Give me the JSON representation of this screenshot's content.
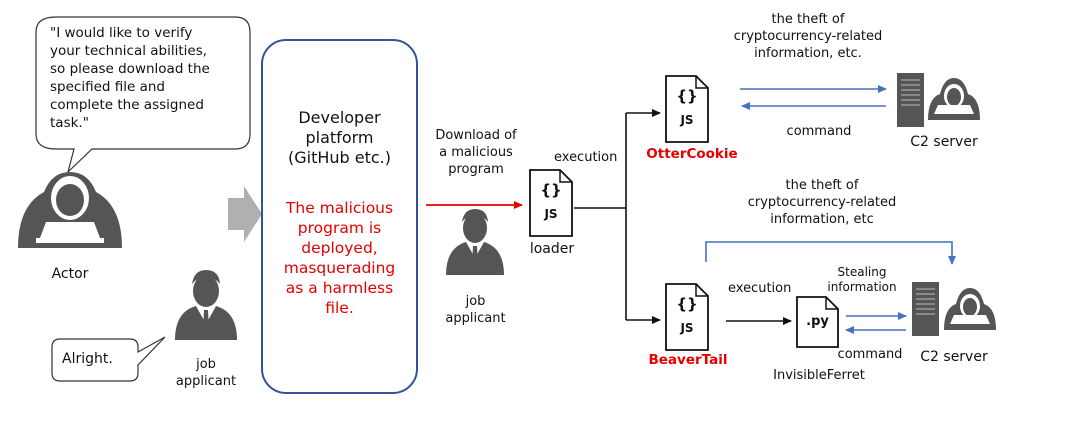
{
  "actor": {
    "speech": "\"I would like to verify\nyour technical abilities,\nso please download the\nspecified file and\ncomplete the assigned\ntask.\"",
    "label": "Actor"
  },
  "applicant_left": {
    "reply": "Alright.",
    "label": "job\napplicant"
  },
  "platform": {
    "title": "Developer\nplatform\n(GitHub etc.)",
    "description": "The malicious\nprogram is\ndeployed,\nmasquerading\nas a harmless\nfile."
  },
  "download": {
    "label": "Download of\na malicious\nprogram"
  },
  "applicant_mid": {
    "label": "job\napplicant"
  },
  "loader": {
    "icon_text": "{}",
    "icon_sub": "JS",
    "label": "loader",
    "execution_label": "execution"
  },
  "ottercookie": {
    "icon_text": "{}",
    "icon_sub": "JS",
    "name": "OtterCookie",
    "theft_label": "the theft of\ncryptocurrency-related\ninformation, etc.",
    "command_label": "command"
  },
  "beavertail": {
    "icon_text": "{}",
    "icon_sub": "JS",
    "name": "BeaverTail",
    "theft_label": "the theft of\ncryptocurrency-related\ninformation, etc",
    "execution_label": "execution"
  },
  "invisibleferret": {
    "icon_text": ".py",
    "name": "InvisibleFerret",
    "stealing_label": "Stealing\ninformation",
    "command_label": "command"
  },
  "c2_top": {
    "label": "C2 server"
  },
  "c2_bottom": {
    "label": "C2 server"
  },
  "colors": {
    "platform_border": "#2f5597",
    "blue_arrow": "#4472c4",
    "red": "#e60000",
    "figure": "#555555",
    "gray_arrow": "#b0b0b0"
  }
}
